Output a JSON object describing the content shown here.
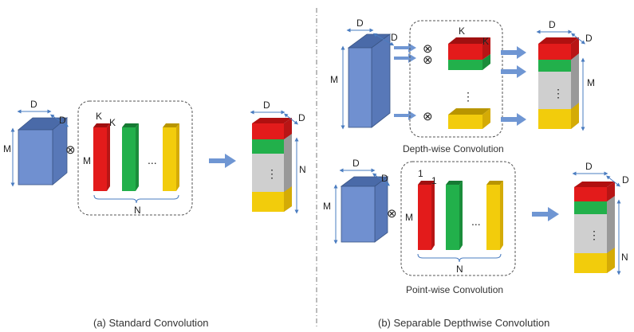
{
  "colors": {
    "input_blue": "#6f8fcf",
    "red": "#e31b1b",
    "green": "#22b04b",
    "yellow": "#f2cc0c",
    "gray": "#cfcfcf",
    "arrow": "#6f96d3",
    "dim": "#4a7cc0"
  },
  "standard": {
    "input": {
      "d": "D",
      "d2": "D",
      "m": "M"
    },
    "op": "⊗",
    "kernel": {
      "k1": "K",
      "k2": "K",
      "m": "M",
      "dots": "...",
      "n": "N"
    },
    "output": {
      "d1": "D",
      "d2": "D",
      "dots": "⋮",
      "n": "N"
    },
    "caption": "(a) Standard Convolution"
  },
  "depthwise": {
    "input": {
      "d": "D",
      "d2": "D",
      "m": "M"
    },
    "ops": [
      "⊗",
      "⊗",
      "⊗"
    ],
    "kernel": {
      "k1": "K",
      "k2": "K",
      "dots": "⋮"
    },
    "output": {
      "d1": "D",
      "d2": "D",
      "dots": "⋮",
      "m": "M"
    },
    "label": "Depth-wise Convolution"
  },
  "pointwise": {
    "input": {
      "d": "D",
      "d2": "D",
      "m": "M"
    },
    "op": "⊗",
    "kernel": {
      "one1": "1",
      "one2": "1",
      "m": "M",
      "dots": "...",
      "n": "N"
    },
    "output": {
      "d1": "D",
      "d2": "D",
      "dots": "⋮",
      "n": "N"
    },
    "label": "Point-wise Convolution"
  },
  "separable_caption": "(b) Separable Depthwise Convolution"
}
